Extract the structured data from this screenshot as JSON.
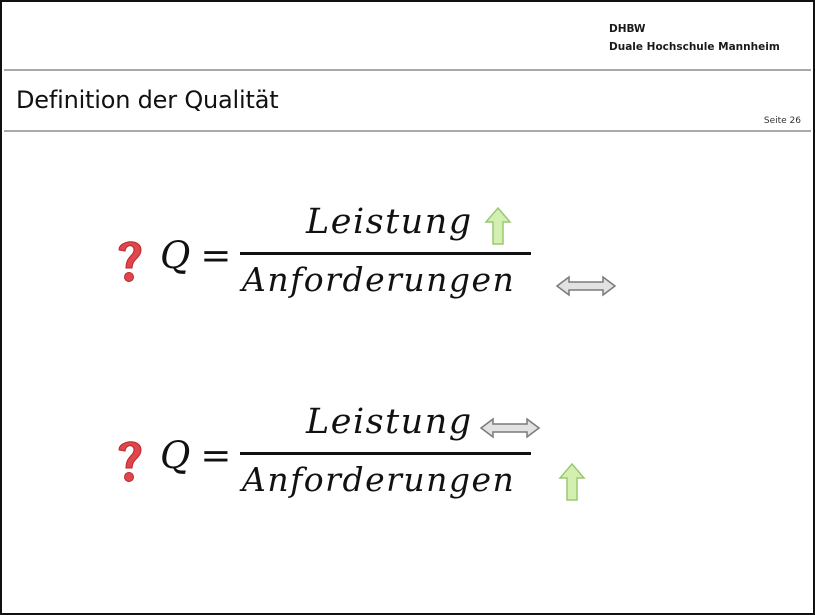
{
  "header": {
    "org_short": "DHBW",
    "org_long": "Duale Hochschule Mannheim"
  },
  "slide": {
    "title": "Definition der Qualität",
    "page_label": "Seite 26"
  },
  "formulas": [
    {
      "lhs": "Q",
      "equals": "=",
      "numerator": "Leistung",
      "denominator": "Anforderungen",
      "numerator_indicator": "arrow-up-icon",
      "denominator_indicator": "arrow-left-right-icon"
    },
    {
      "lhs": "Q",
      "equals": "=",
      "numerator": "Leistung",
      "denominator": "Anforderungen",
      "numerator_indicator": "arrow-left-right-icon",
      "denominator_indicator": "arrow-up-icon"
    }
  ],
  "colors": {
    "question_mark": "#e0474c",
    "arrow_up_fill": "#d4f0b0",
    "arrow_up_stroke": "#9bc775",
    "arrow_lr_fill": "#e2e2e2",
    "arrow_lr_stroke": "#7a7a7a",
    "rule": "#a9a9a9"
  }
}
